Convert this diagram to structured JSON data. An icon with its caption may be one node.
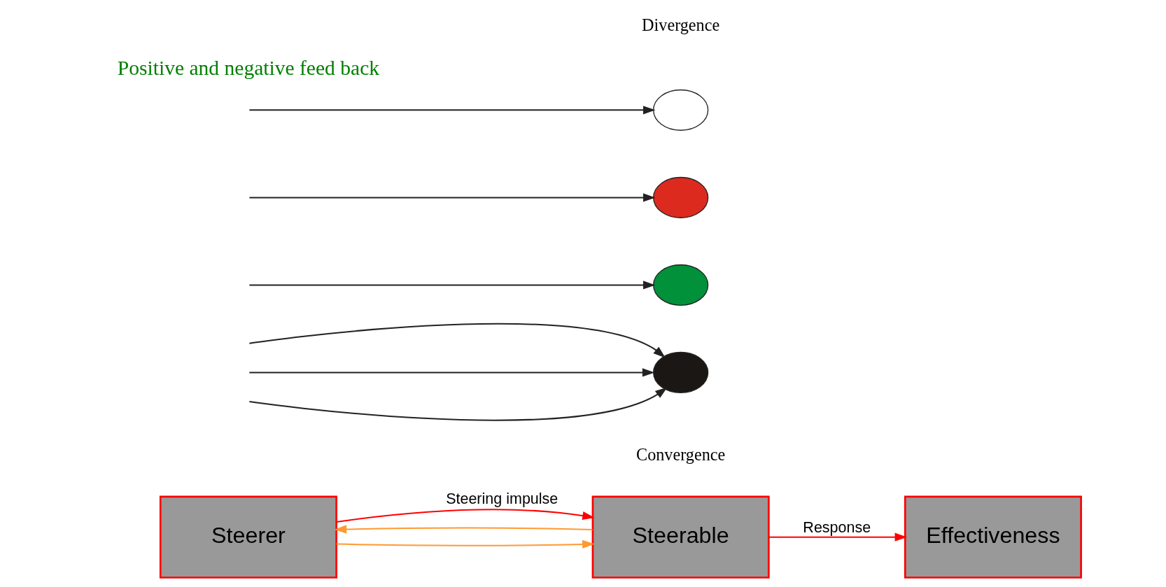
{
  "diagram": {
    "nodes": [
      {
        "text": [
          "Steerer"
        ]
      },
      {
        "text": [
          "Steerable"
        ]
      },
      {
        "text": [
          "Effectiveness"
        ]
      },
      {
        "text": [],
        "shape": "circle"
      },
      {
        "text": [],
        "shape": "circle"
      },
      {
        "text": [],
        "shape": "circle"
      },
      {
        "text": [],
        "shape": "circle"
      }
    ],
    "edges": [
      {
        "from": 0,
        "to": 1,
        "arrow": "to",
        "label": "Steering impulse",
        "color": "#ff0000"
      },
      {
        "from": 1,
        "to": 2,
        "arrow": "to",
        "label": "Response",
        "color": "#ff0000"
      },
      {
        "from": 0,
        "to": 1,
        "arrow": "to",
        "color": "#ff9933"
      },
      {
        "from": 1,
        "to": 0,
        "arrow": "to",
        "color": "#ff9933"
      },
      {
        "from": null,
        "to": 3,
        "arrow": "to"
      },
      {
        "from": null,
        "to": 4,
        "arrow": "to"
      },
      {
        "from": null,
        "to": 5,
        "arrow": "to"
      },
      {
        "from": null,
        "to": 6,
        "arrow": "to"
      },
      {
        "from": null,
        "to": 6,
        "arrow": "to"
      },
      {
        "from": null,
        "to": 6,
        "arrow": "to"
      }
    ],
    "labels": [
      "Positive and negative feed back",
      "Divergence",
      "Convergence"
    ]
  }
}
